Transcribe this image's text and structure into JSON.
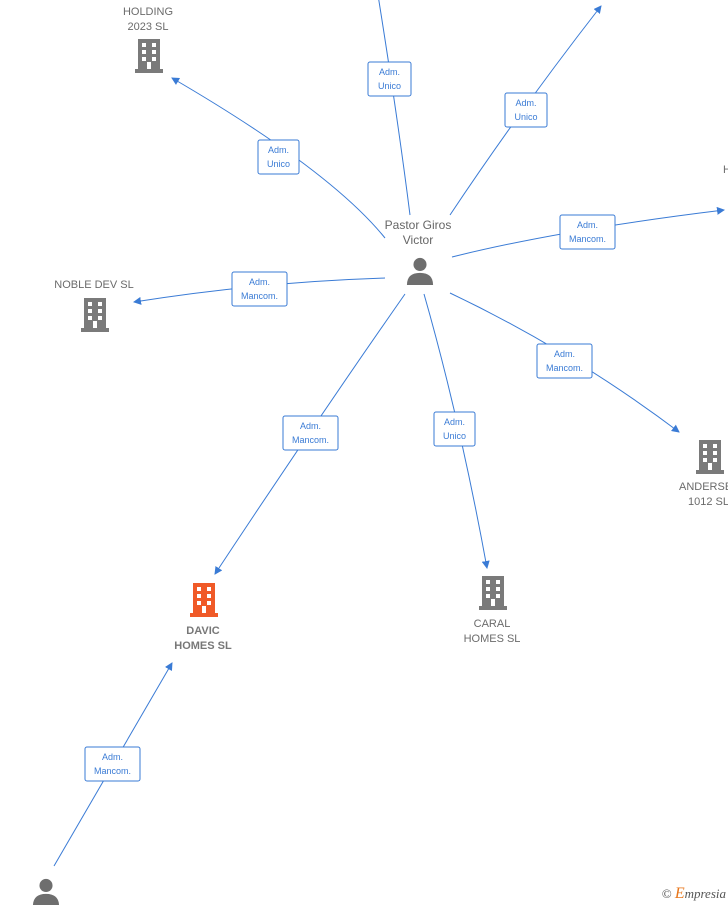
{
  "colors": {
    "edge": "#3a7bd5",
    "company": "#7a7a7a",
    "company_highlight": "#f05a28",
    "person": "#6e6e6e"
  },
  "nodes": [
    {
      "id": "center",
      "kind": "person",
      "label": [
        "Pastor Giros",
        "Victor"
      ]
    },
    {
      "id": "holding",
      "kind": "company",
      "label": [
        "HOLDING",
        "2023 SL"
      ]
    },
    {
      "id": "noble",
      "kind": "company",
      "label": [
        "NOBLE DEV SL"
      ]
    },
    {
      "id": "davic",
      "kind": "company",
      "highlight": true,
      "label": [
        "DAVIC",
        "HOMES SL"
      ]
    },
    {
      "id": "caral",
      "kind": "company",
      "label": [
        "CARAL",
        "HOMES SL"
      ]
    },
    {
      "id": "andersen",
      "kind": "company",
      "label": [
        "ANDERSE",
        "1012 SL"
      ]
    },
    {
      "id": "right_top",
      "kind": "company",
      "label": [
        "H"
      ]
    },
    {
      "id": "bottom_person",
      "kind": "person",
      "label": []
    }
  ],
  "edges": [
    {
      "from": "center",
      "to": "top_offscreen_a",
      "label": [
        "Adm.",
        "Unico"
      ]
    },
    {
      "from": "center",
      "to": "top_offscreen_b",
      "label": [
        "Adm.",
        "Unico"
      ]
    },
    {
      "from": "center",
      "to": "holding",
      "label": [
        "Adm.",
        "Unico"
      ]
    },
    {
      "from": "center",
      "to": "right_top",
      "label": [
        "Adm.",
        "Mancom."
      ]
    },
    {
      "from": "center",
      "to": "noble",
      "label": [
        "Adm.",
        "Mancom."
      ]
    },
    {
      "from": "center",
      "to": "andersen",
      "label": [
        "Adm.",
        "Mancom."
      ]
    },
    {
      "from": "center",
      "to": "davic",
      "label": [
        "Adm.",
        "Mancom."
      ]
    },
    {
      "from": "center",
      "to": "caral",
      "label": [
        "Adm.",
        "Unico"
      ]
    },
    {
      "from": "bottom_person",
      "to": "davic",
      "label": [
        "Adm.",
        "Mancom."
      ]
    }
  ],
  "footer": {
    "copyright": "©",
    "brand_initial": "E",
    "brand_rest": "mpresia"
  }
}
